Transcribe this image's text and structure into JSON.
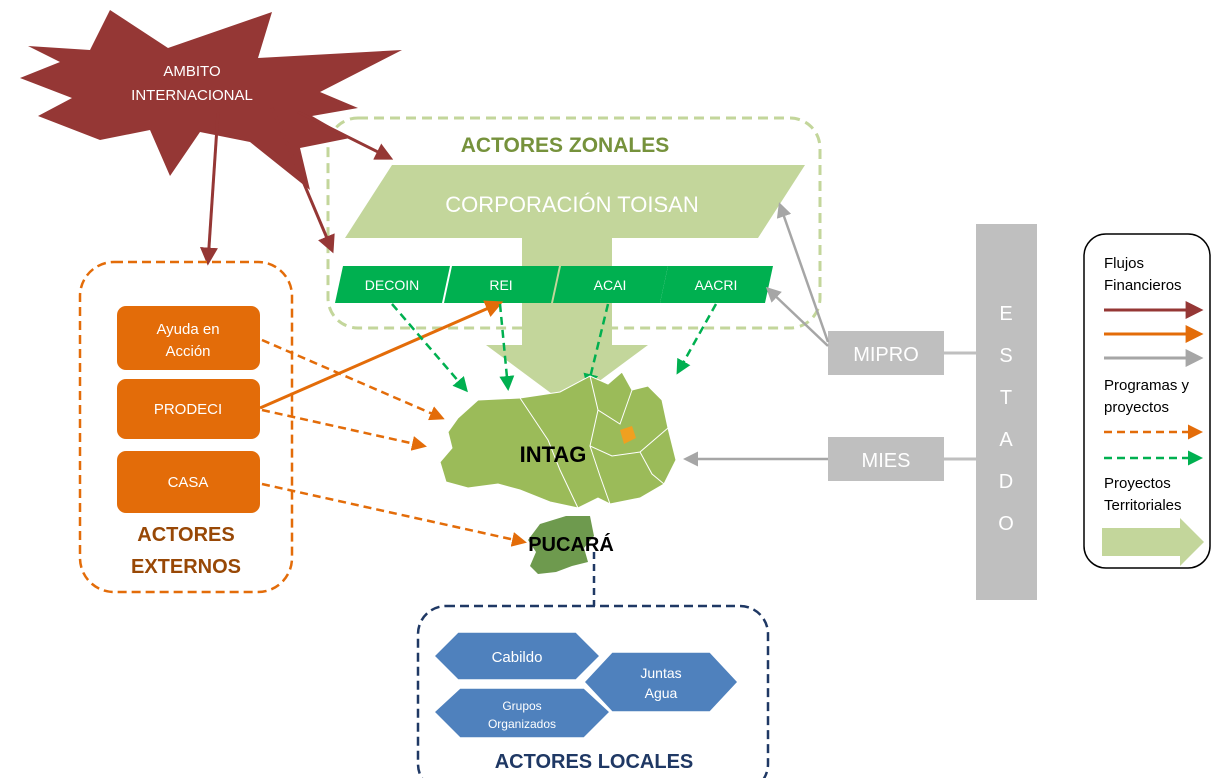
{
  "international": {
    "label_line1": "AMBITO",
    "label_line2": "INTERNACIONAL"
  },
  "zonal": {
    "title": "ACTORES ZONALES",
    "corporation": "CORPORACIÓN TOISAN",
    "members": [
      "DECOIN",
      "REI",
      "ACAI",
      "AACRI"
    ]
  },
  "external": {
    "title_line1": "ACTORES",
    "title_line2": "EXTERNOS",
    "actors": [
      {
        "line1": "Ayuda en",
        "line2": "Acción"
      },
      {
        "line1": "PRODECI",
        "line2": ""
      },
      {
        "line1": "CASA",
        "line2": ""
      }
    ]
  },
  "territory": {
    "intag": "INTAG",
    "pucara": "PUCARÁ"
  },
  "state": {
    "letters": [
      "E",
      "S",
      "T",
      "A",
      "D",
      "O"
    ],
    "agencies": [
      "MIPRO",
      "MIES"
    ]
  },
  "local": {
    "title": "ACTORES LOCALES",
    "actors": [
      {
        "line1": "Cabildo",
        "line2": ""
      },
      {
        "line1": "Juntas",
        "line2": "Agua"
      },
      {
        "line1": "Grupos",
        "line2": "Organizados"
      }
    ]
  },
  "legend": {
    "financial_line1": "Flujos",
    "financial_line2": "Financieros",
    "programs_line1": "Programas y",
    "programs_line2": "proyectos",
    "territorial_line1": "Proyectos",
    "territorial_line2": "Territoriales"
  },
  "colors": {
    "international": "#953735",
    "external": "#e36c09",
    "zonal": "#9bbb59",
    "zonal_light": "#c3d69b",
    "zonal_member": "#00b050",
    "state": "#bfbfbf",
    "local": "#4f81bd",
    "local_border": "#1f3864"
  }
}
